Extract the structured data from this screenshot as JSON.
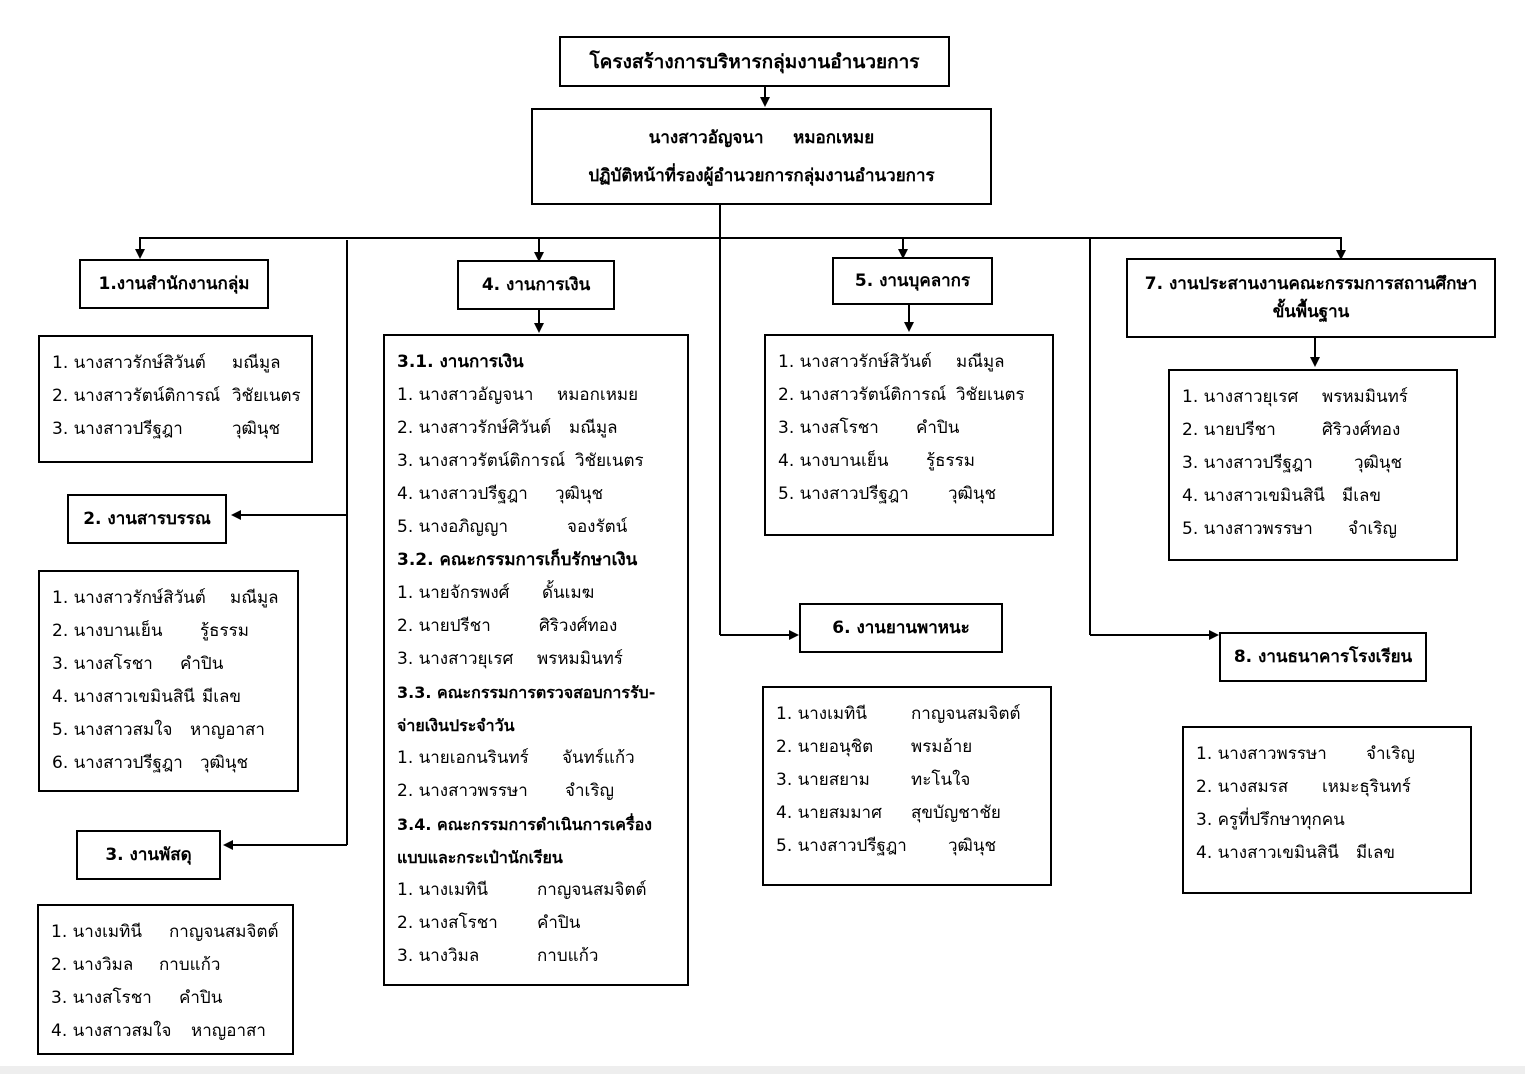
{
  "chart_title": "โครงสร้างการบริหารกลุ่มงานอำนวยการ",
  "head": {
    "name": "นางสาวอัญจนา     หมอกเหมย",
    "position": "ปฏิบัติหน้าที่รองผู้อำนวยการกลุ่มงานอำนวยการ"
  },
  "units": [
    {
      "title": "1.งานสำนักงานกลุ่ม",
      "members": [
        {
          "first": "1. นางสาวรักษ์สิวันต์",
          "last": "มณีมูล"
        },
        {
          "first": "2. นางสาวรัตน์ติการณ์",
          "last": "วิชัยเนตร"
        },
        {
          "first": "3. นางสาวปรีฐฎา",
          "last": "วุฒินุช"
        }
      ]
    },
    {
      "title": "2. งานสารบรรณ",
      "members": [
        {
          "first": "1. นางสาวรักษ์สิวันต์",
          "last": "มณีมูล"
        },
        {
          "first": "2. นางบานเย็น",
          "last": "รู้ธรรม"
        },
        {
          "first": "3. นางสโรชา",
          "last": "คำปิน"
        },
        {
          "first": "4. นางสาวเขมินสินี",
          "last": "มีเลข"
        },
        {
          "first": "5. นางสาวสมใจ",
          "last": "หาญอาสา"
        },
        {
          "first": "6. นางสาวปรีฐฎา",
          "last": "วุฒินุช"
        }
      ]
    },
    {
      "title": "3. งานพัสดุ",
      "members": [
        {
          "first": "1. นางเมทินี",
          "last": "กาญจนสมจิตต์"
        },
        {
          "first": "2. นางวิมล",
          "last": "กาบแก้ว"
        },
        {
          "first": "3. นางสโรชา",
          "last": "คำปิน"
        },
        {
          "first": "4. นางสาวสมใจ",
          "last": "หาญอาสา"
        }
      ]
    },
    {
      "title": "4. งานการเงิน",
      "sections": [
        {
          "heading": "3.1. งานการเงิน",
          "members": [
            {
              "first": "1. นางสาวอัญจนา",
              "last": "หมอกเหมย"
            },
            {
              "first": "2. นางสาวรักษ์ศิวันต์",
              "last": "มณีมูล"
            },
            {
              "first": "3. นางสาวรัตน์ติการณ์",
              "last": "วิชัยเนตร"
            },
            {
              "first": "4. นางสาวปรีฐฎา",
              "last": "วุฒินุช"
            },
            {
              "first": "5. นางอภิญญา",
              "last": "จองรัตน์"
            }
          ]
        },
        {
          "heading": "3.2. คณะกรรมการเก็บรักษาเงิน",
          "members": [
            {
              "first": "1. นายจักรพงศ์",
              "last": "ดั้นเมฆ"
            },
            {
              "first": "2. นายปรีชา",
              "last": "ศิริวงศ์ทอง"
            },
            {
              "first": "3. นางสาวยุเรศ",
              "last": "พรหมมินทร์"
            }
          ]
        },
        {
          "heading": "3.3. คณะกรรมการตรวจสอบการรับ-จ่ายเงินประจำวัน",
          "members": [
            {
              "first": "1. นายเอกนรินทร์",
              "last": "จันทร์แก้ว"
            },
            {
              "first": "2. นางสาวพรรษา",
              "last": "จำเริญ"
            }
          ]
        },
        {
          "heading": "3.4. คณะกรรมการดำเนินการเครื่องแบบและกระเป๋านักเรียน",
          "members": [
            {
              "first": "1. นางเมทินี",
              "last": "กาญจนสมจิตต์"
            },
            {
              "first": "2. นางสโรชา",
              "last": "คำปิน"
            },
            {
              "first": "3. นางวิมล",
              "last": "กาบแก้ว"
            }
          ]
        }
      ]
    },
    {
      "title": "5. งานบุคลากร",
      "members": [
        {
          "first": "1. นางสาวรักษ์สิวันต์",
          "last": "มณีมูล"
        },
        {
          "first": "2. นางสาวรัตน์ติการณ์",
          "last": "วิชัยเนตร"
        },
        {
          "first": "3. นางสโรชา",
          "last": "คำปิน"
        },
        {
          "first": "4. นางบานเย็น",
          "last": "รู้ธรรม"
        },
        {
          "first": "5. นางสาวปรีฐฎา",
          "last": "วุฒินุช"
        }
      ]
    },
    {
      "title": "6. งานยานพาหนะ",
      "members": [
        {
          "first": "1. นางเมทินี",
          "last": "กาญจนสมจิตต์"
        },
        {
          "first": "2. นายอนุชิต",
          "last": "พรมอ้าย"
        },
        {
          "first": "3. นายสยาม",
          "last": "ทะโนใจ"
        },
        {
          "first": "4. นายสมมาศ",
          "last": "สุขบัญชาชัย"
        },
        {
          "first": "5. นางสาวปรีฐฎา",
          "last": "วุฒินุช"
        }
      ]
    },
    {
      "title": "7. งานประสานงานคณะกรรมการสถานศึกษาขั้นพื้นฐาน",
      "members": [
        {
          "first": "1. นางสาวยุเรศ",
          "last": "พรหมมินทร์"
        },
        {
          "first": "2. นายปรีชา",
          "last": "ศิริวงศ์ทอง"
        },
        {
          "first": "3. นางสาวปรีฐฎา",
          "last": "วุฒินุช"
        },
        {
          "first": "4. นางสาวเขมินสินี",
          "last": "มีเลข"
        },
        {
          "first": "5. นางสาวพรรษา",
          "last": "จำเริญ"
        }
      ]
    },
    {
      "title": "8. งานธนาคารโรงเรียน",
      "members": [
        {
          "first": "1. นางสาวพรรษา",
          "last": "จำเริญ"
        },
        {
          "first": "2. นางสมรส",
          "last": "เหมะธุรินทร์"
        },
        {
          "first": "3. ครูที่ปรึกษาทุกคน",
          "last": ""
        },
        {
          "first": "4. นางสาวเขมินสินี",
          "last": "มีเลข"
        }
      ]
    }
  ]
}
